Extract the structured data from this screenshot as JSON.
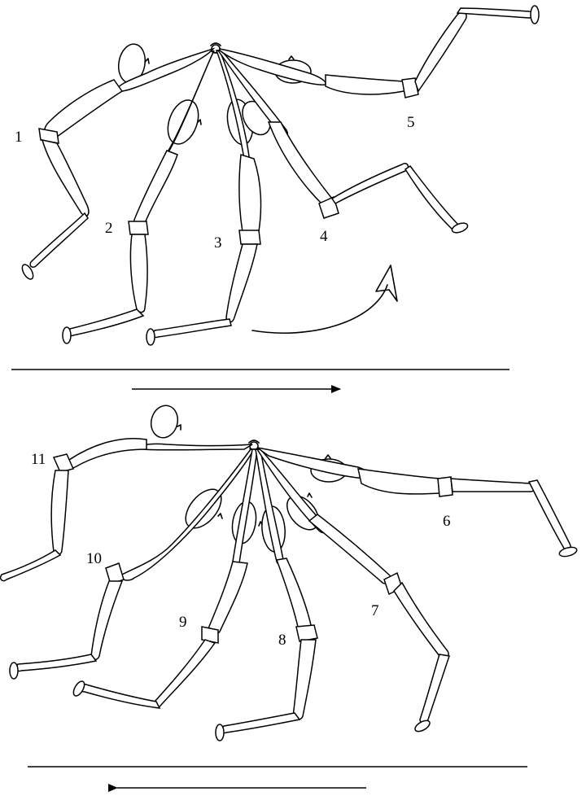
{
  "figure": {
    "top_panel": {
      "pose_labels": [
        "1",
        "2",
        "3",
        "4",
        "5"
      ],
      "direction": "right"
    },
    "bottom_panel": {
      "pose_labels": [
        "6",
        "7",
        "8",
        "9",
        "10",
        "11"
      ],
      "direction": "left"
    },
    "colors": {
      "ink": "#000000",
      "paper": "#ffffff"
    }
  }
}
